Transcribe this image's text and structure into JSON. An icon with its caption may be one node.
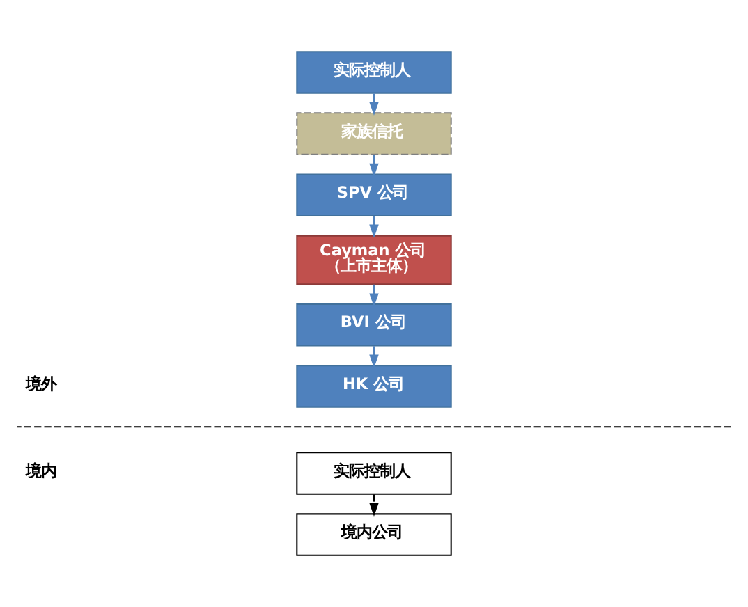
{
  "diagram": {
    "nodes": [
      {
        "text": [
          "实际控制人"
        ]
      },
      {
        "text": [
          "家族信托"
        ]
      },
      {
        "text": [
          "SPV 公司"
        ]
      },
      {
        "text": [
          "Cayman 公司",
          "（上市主体）"
        ]
      },
      {
        "text": [
          "BVI 公司"
        ]
      },
      {
        "text": [
          "HK 公司"
        ]
      },
      {
        "text": [
          "实际控制人"
        ]
      },
      {
        "text": [
          "境内公司"
        ]
      }
    ],
    "edges": [
      {
        "from": 0,
        "to": 1,
        "arrow": "to"
      },
      {
        "from": 1,
        "to": 2,
        "arrow": "to"
      },
      {
        "from": 2,
        "to": 3,
        "arrow": "to"
      },
      {
        "from": 3,
        "to": 4,
        "arrow": "to"
      },
      {
        "from": 4,
        "to": 5,
        "arrow": "to"
      },
      {
        "from": 6,
        "to": 7,
        "arrow": "to",
        "style": "dashed",
        "color": "#000000"
      }
    ],
    "labels": [
      "境外",
      "境内"
    ]
  }
}
